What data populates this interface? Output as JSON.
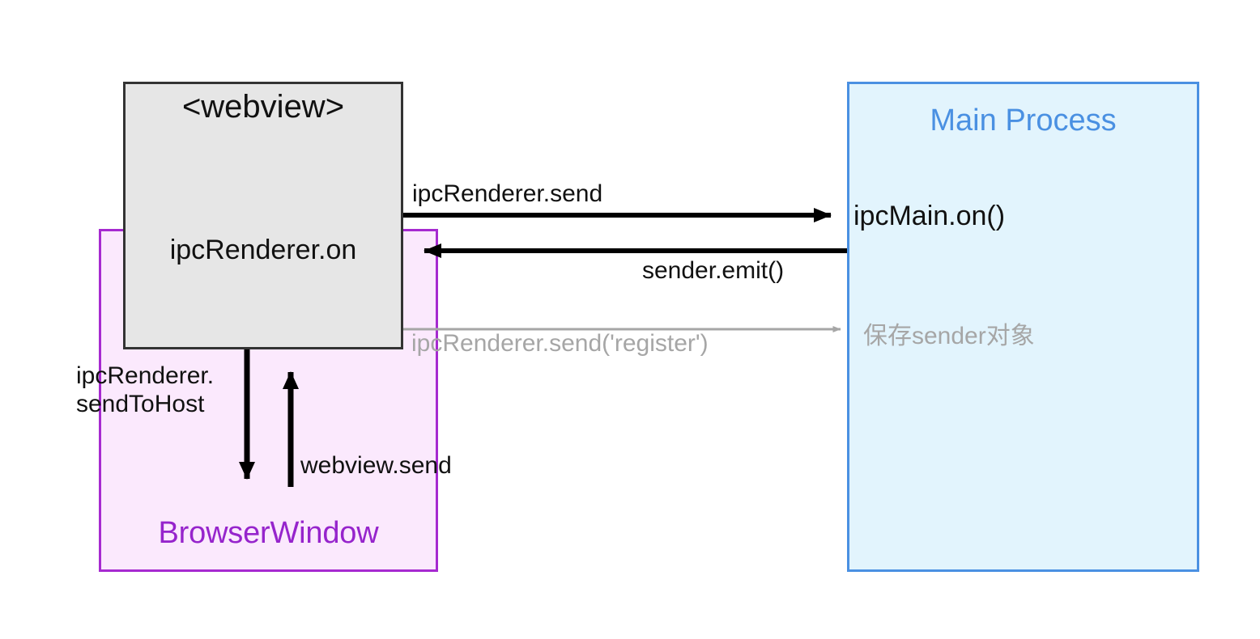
{
  "diagram": {
    "title_region": "Electron IPC communication diagram",
    "nodes": [
      {
        "id": "webview",
        "title": "<webview>",
        "subtitle": "ipcRenderer.on",
        "fill": "#e6e6e6",
        "stroke": "#333333"
      },
      {
        "id": "browser-window",
        "label": "BrowserWindow",
        "fill": "#fbe9fd",
        "stroke": "#a62ad0",
        "text_color": "#9624cc"
      },
      {
        "id": "main-process",
        "label": "Main Process",
        "inner_label": "ipcMain.on()",
        "note_label": "保存sender对象",
        "fill": "#e2f4fd",
        "stroke": "#4a90e2",
        "text_color": "#4a90e2",
        "note_color": "#a6a6a6"
      }
    ],
    "edges": [
      {
        "id": "webview-to-main",
        "label": "ipcRenderer.send",
        "from": "webview",
        "to": "main-process",
        "direction": "right",
        "color": "#000000"
      },
      {
        "id": "main-to-webview",
        "label": "sender.emit()",
        "from": "main-process",
        "to": "webview",
        "direction": "left",
        "color": "#000000"
      },
      {
        "id": "register-edge",
        "label": "ipcRenderer.send('register')",
        "from": "webview",
        "to": "main-process",
        "direction": "right",
        "color": "#a6a6a6"
      },
      {
        "id": "webview-to-browserwindow",
        "label": "ipcRenderer.\nsendToHost",
        "label_line1": "ipcRenderer.",
        "label_line2": "sendToHost",
        "from": "webview",
        "to": "browser-window",
        "direction": "down",
        "color": "#000000"
      },
      {
        "id": "browserwindow-to-webview",
        "label": "webview.send",
        "from": "browser-window",
        "to": "webview",
        "direction": "up",
        "color": "#000000"
      }
    ]
  }
}
